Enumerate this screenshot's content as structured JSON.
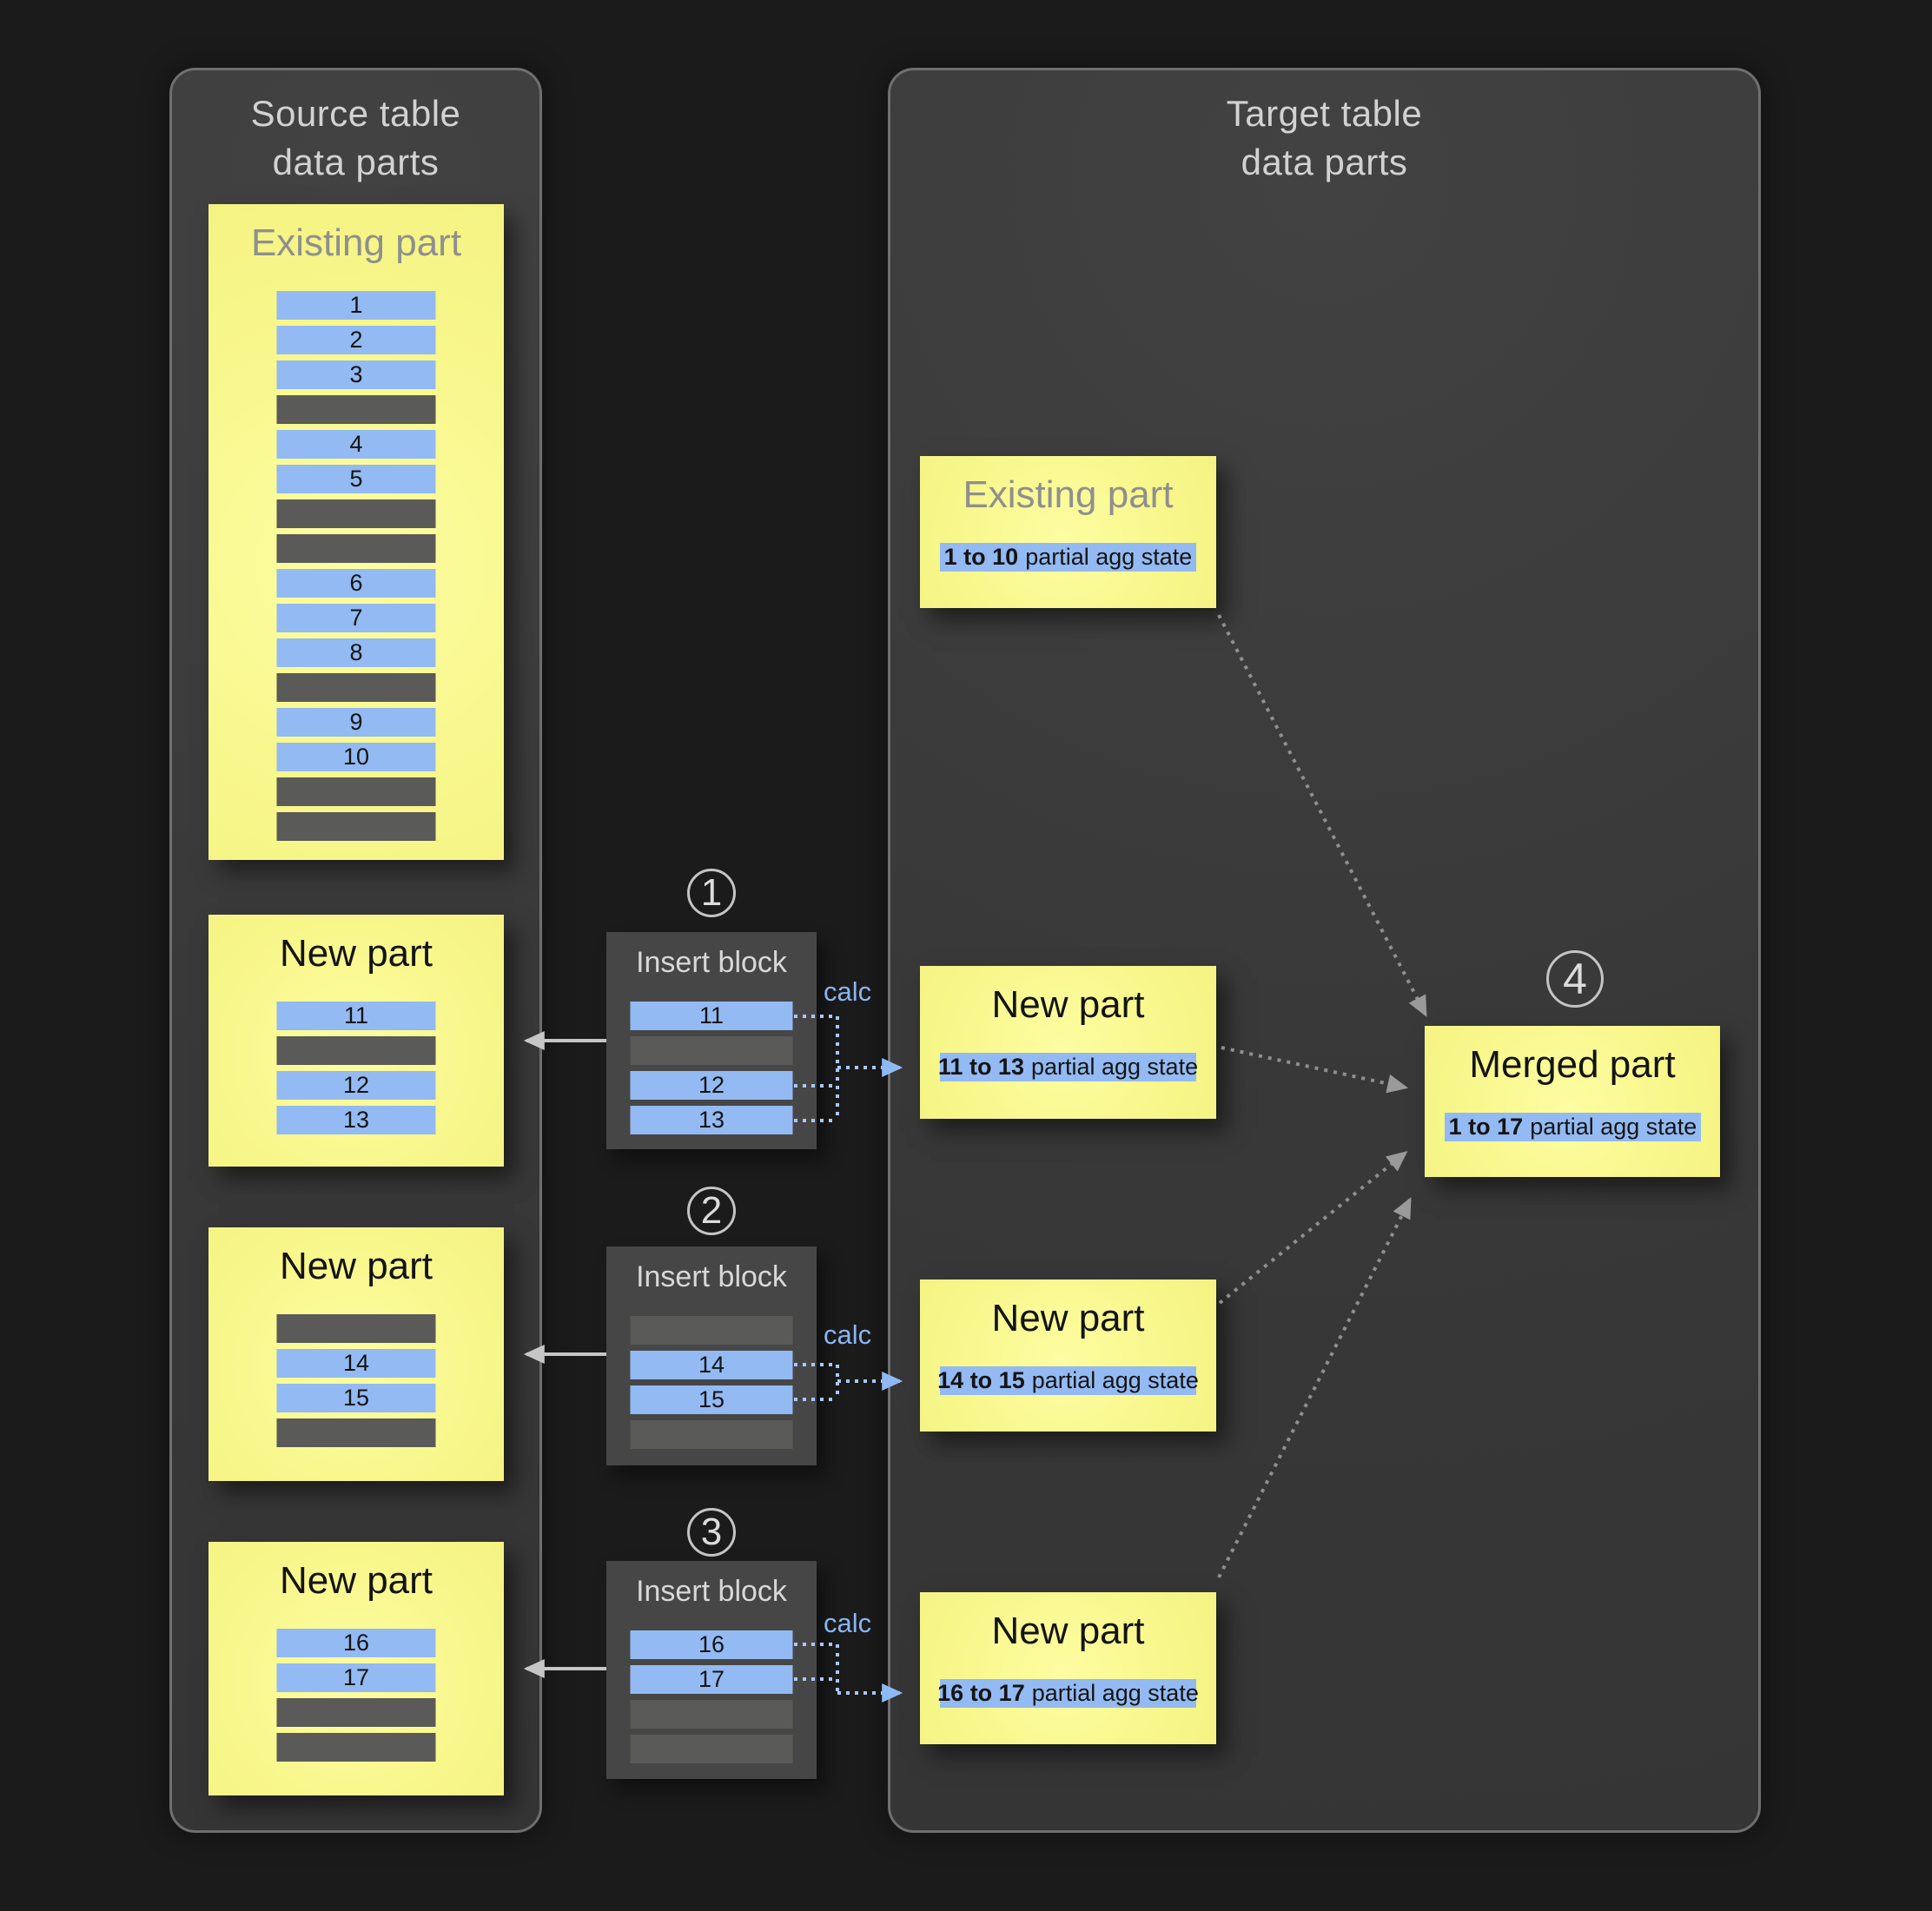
{
  "source_panel": {
    "title_line1": "Source table",
    "title_line2": "data parts",
    "existing_part": {
      "title": "Existing part",
      "rows": [
        "1",
        "2",
        "3",
        "",
        "4",
        "5",
        "",
        "",
        "6",
        "7",
        "8",
        "",
        "9",
        "10",
        "",
        ""
      ]
    },
    "new_parts": [
      {
        "title": "New part",
        "rows": [
          "11",
          "",
          "12",
          "13"
        ]
      },
      {
        "title": "New part",
        "rows": [
          "",
          "14",
          "15",
          ""
        ]
      },
      {
        "title": "New part",
        "rows": [
          "16",
          "17",
          "",
          ""
        ]
      }
    ]
  },
  "insert_steps": [
    {
      "step": "1",
      "title": "Insert block",
      "calc": "calc",
      "rows": [
        "11",
        "",
        "12",
        "13"
      ]
    },
    {
      "step": "2",
      "title": "Insert block",
      "calc": "calc",
      "rows": [
        "",
        "14",
        "15",
        ""
      ]
    },
    {
      "step": "3",
      "title": "Insert block",
      "calc": "calc",
      "rows": [
        "16",
        "17",
        "",
        ""
      ]
    }
  ],
  "target_panel": {
    "title_line1": "Target table",
    "title_line2": "data parts",
    "existing_part": {
      "title": "Existing part",
      "range": "1 to 10",
      "agg": "partial agg state"
    },
    "new_parts": [
      {
        "title": "New part",
        "range": "11 to 13",
        "agg": "partial agg state"
      },
      {
        "title": "New part",
        "range": "14 to 15",
        "agg": "partial agg state"
      },
      {
        "title": "New part",
        "range": "16 to 17",
        "agg": "partial agg state"
      }
    ],
    "merged_part": {
      "step": "4",
      "title": "Merged part",
      "range": "1 to 17",
      "agg": "partial agg state"
    }
  },
  "colors": {
    "background": "#1b1b1b",
    "panel": "#3a3a3a",
    "panel_border": "#6f6f6f",
    "part_yellow": "#f8f78c",
    "row_blue": "#93baf2",
    "row_gray": "#5a5a58",
    "calc_blue": "#8ab5f1",
    "dotted_blue": "#a9c8f7",
    "dotted_gray": "#8f8f8f",
    "solid_arrow": "#c6c6c6"
  }
}
